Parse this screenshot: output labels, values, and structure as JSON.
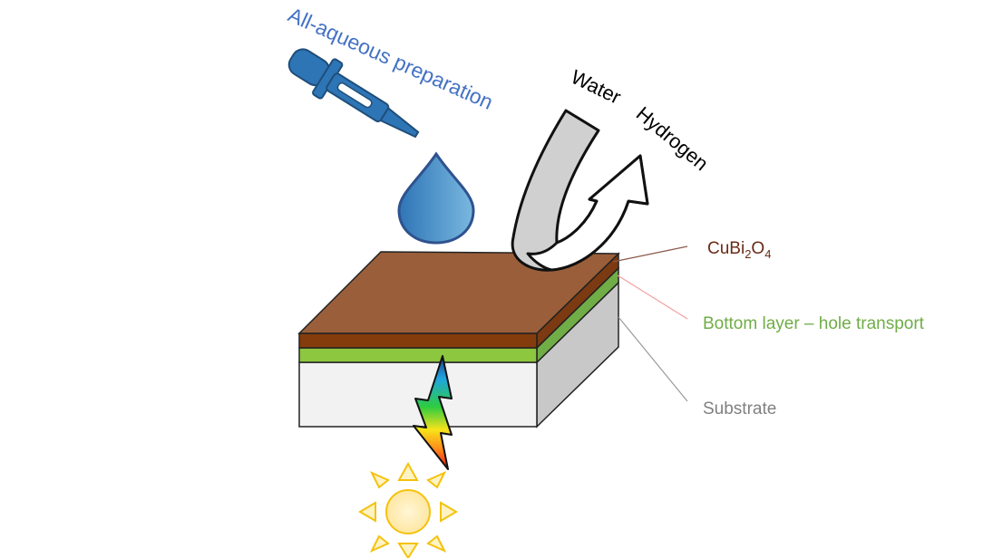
{
  "title": "All-aqueous preparation",
  "arrow_labels": {
    "water": "Water",
    "hydrogen": "Hydrogen"
  },
  "layers": {
    "top": {
      "name": "CuBi",
      "sub": "2",
      "mid": "O",
      "sub2": "4"
    },
    "middle": "Bottom layer – hole transport",
    "base": "Substrate"
  },
  "colors": {
    "title_blue": "#4472c4",
    "dropper_blue": "#2e75b6",
    "cubi_brown": "#9a5f3a",
    "cubi_dark": "#7b3a12",
    "hole_green": "#7cc242",
    "substrate_gray": "#c8c8c8",
    "label_brown": "#6b2a16",
    "label_green": "#70ad47",
    "label_gray": "#808080",
    "sun_yellow": "#ffd966"
  },
  "icons": [
    "dropper-icon",
    "water-drop-icon",
    "light-bolt-icon",
    "sun-icon",
    "curved-arrow-icon"
  ]
}
